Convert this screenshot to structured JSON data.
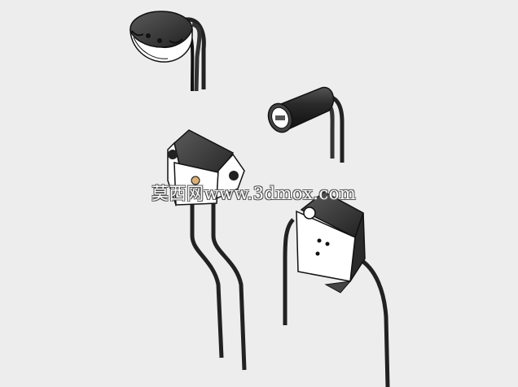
{
  "image": {
    "description_objects": [
      "lamp-holder-round",
      "lamp-holder-cylinder",
      "lamp-holder-square-center",
      "lamp-holder-square-right"
    ],
    "background": "#ededed",
    "colors": {
      "body": "#3a3a3a",
      "face": "#ffffff",
      "wire": "#222222",
      "outline": "#111111"
    }
  },
  "watermark": {
    "text": "莫西网www.3dmox.com"
  }
}
